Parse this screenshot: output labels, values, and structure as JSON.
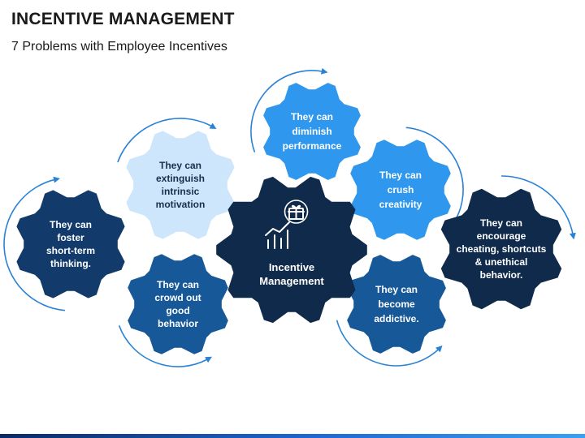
{
  "header": {
    "title": "INCENTIVE MANAGEMENT",
    "subtitle": "7 Problems with Employee Incentives"
  },
  "colors": {
    "navy": "#0f2a4a",
    "dark_blue": "#123b6b",
    "medium_blue": "#175898",
    "light_blue": "#2f98ee",
    "pale_blue": "#cde6fb",
    "arrow": "#2a82d6"
  },
  "center": {
    "icon": "gift-growth-chart-icon",
    "lines": [
      "Incentive",
      "Management"
    ]
  },
  "problems": [
    {
      "id": "short-term",
      "lines": [
        "They can",
        "foster",
        "short-term",
        "thinking."
      ]
    },
    {
      "id": "intrinsic",
      "lines": [
        "They can",
        "extinguish",
        "intrinsic",
        "motivation"
      ]
    },
    {
      "id": "crowd-out",
      "lines": [
        "They can",
        "crowd out",
        "good",
        "behavior"
      ]
    },
    {
      "id": "diminish",
      "lines": [
        "They can",
        "diminish",
        "performance"
      ]
    },
    {
      "id": "creativity",
      "lines": [
        "They can",
        "crush",
        "creativity"
      ]
    },
    {
      "id": "addictive",
      "lines": [
        "They can",
        "become",
        "addictive."
      ]
    },
    {
      "id": "cheating",
      "lines": [
        "They can",
        "encourage",
        "cheating, shortcuts",
        "& unethical",
        "behavior."
      ]
    }
  ]
}
